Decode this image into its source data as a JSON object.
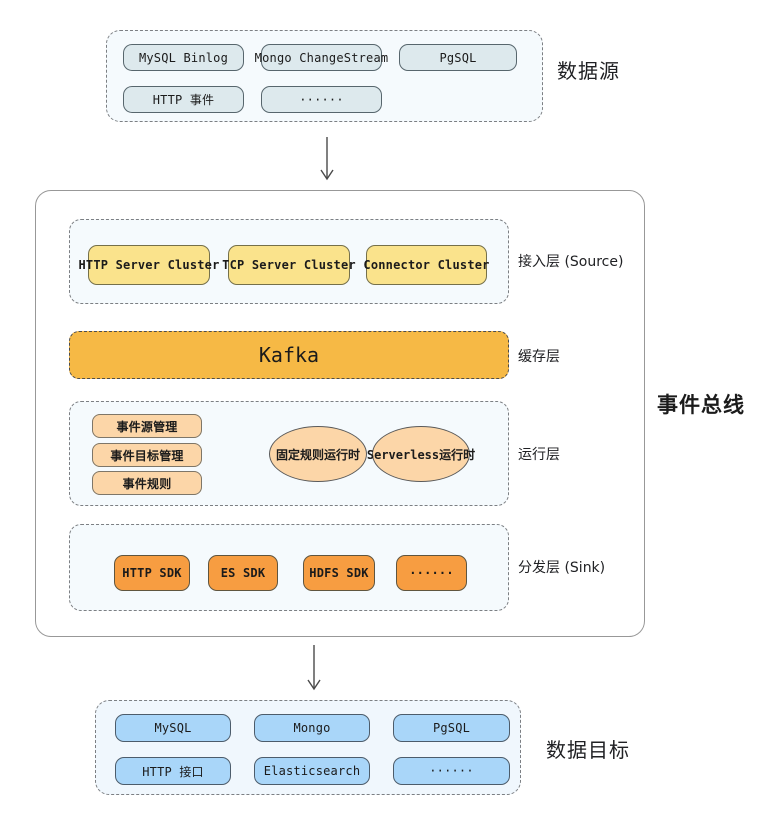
{
  "colors": {
    "container_fill": "#f5fafd",
    "source_box_fill": "#dde9ed",
    "yellow_box_fill": "#fae38c",
    "kafka_fill": "#f6b945",
    "peach_fill": "#fcd6a8",
    "orange_box_fill": "#f79d41",
    "blue_box_fill": "#a9d6f9"
  },
  "data_sources": {
    "label": "数据源",
    "boxes": [
      "MySQL Binlog",
      "Mongo ChangeStream",
      "PgSQL",
      "HTTP 事件",
      "······"
    ]
  },
  "event_bus": {
    "label": "事件总线",
    "source_layer": {
      "label": "接入层 (Source)",
      "boxes": [
        "HTTP Server Cluster",
        "TCP Server Cluster",
        "Connector Cluster"
      ]
    },
    "cache_layer": {
      "label": "缓存层",
      "box": "Kafka"
    },
    "runtime_layer": {
      "label": "运行层",
      "boxes": [
        "事件源管理",
        "事件目标管理",
        "事件规则"
      ],
      "ellipses": [
        "固定规则运行时",
        "Serverless运行时"
      ]
    },
    "sink_layer": {
      "label": "分发层 (Sink)",
      "boxes": [
        "HTTP SDK",
        "ES SDK",
        "HDFS SDK",
        "······"
      ]
    }
  },
  "data_targets": {
    "label": "数据目标",
    "boxes": [
      "MySQL",
      "Mongo",
      "PgSQL",
      "HTTP 接口",
      "Elasticsearch",
      "······"
    ]
  }
}
